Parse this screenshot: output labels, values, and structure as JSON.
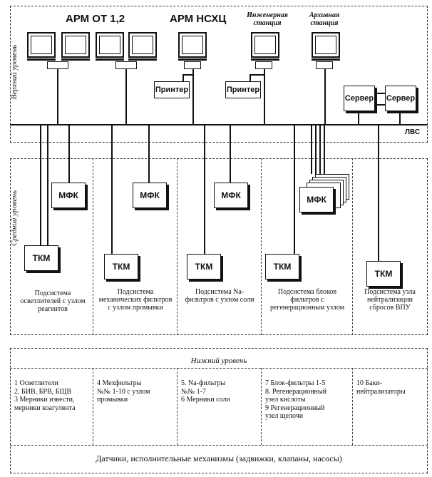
{
  "levels": {
    "top": "Верхний уровень",
    "middle": "Средний уровень",
    "bottom": "Нижний уровень"
  },
  "top": {
    "arm_ot": "АРМ ОТ 1,2",
    "arm_nshc": "АРМ НСХЦ",
    "eng_station": "Инженерная станция",
    "archive_station": "Архивная станция",
    "printer": "Принтер",
    "server": "Сервер",
    "lan": "ЛВС"
  },
  "middle": {
    "mfk": "МФК",
    "tkm": "ТКМ",
    "subsystems": [
      "Подсистема осветлителей с узлом реагентов",
      "Подсистема механических фильтров с узлом промывки",
      "Подсистема Na-фильтров с узлом соли",
      "Подсистема блоков фильтров с регенерационным узлом",
      "Подсистема узла нейтрализации сбросов ВПУ"
    ]
  },
  "bottom": {
    "columns": [
      "1  Осветлители\n2. БИВ, БРВ, БЩВ\n3  Мерники извести,\n    мерники коагулянта",
      "4  Мехфильтры\n    №№ 1-10 с узлом\n    промывки",
      "5. Na-фильтры\n    №№ 1-7\n6  Мерники соли",
      "7  Блок-фильтры 1-5\n8.  Регенерационный\n     узел кислоты\n9  Регенерационный\n    узел щелочи",
      "10  Баки-\n      нейтрализаторы"
    ],
    "footer": "Датчики, исполнительные механизмы (задвижки, клапаны, насосы)"
  }
}
